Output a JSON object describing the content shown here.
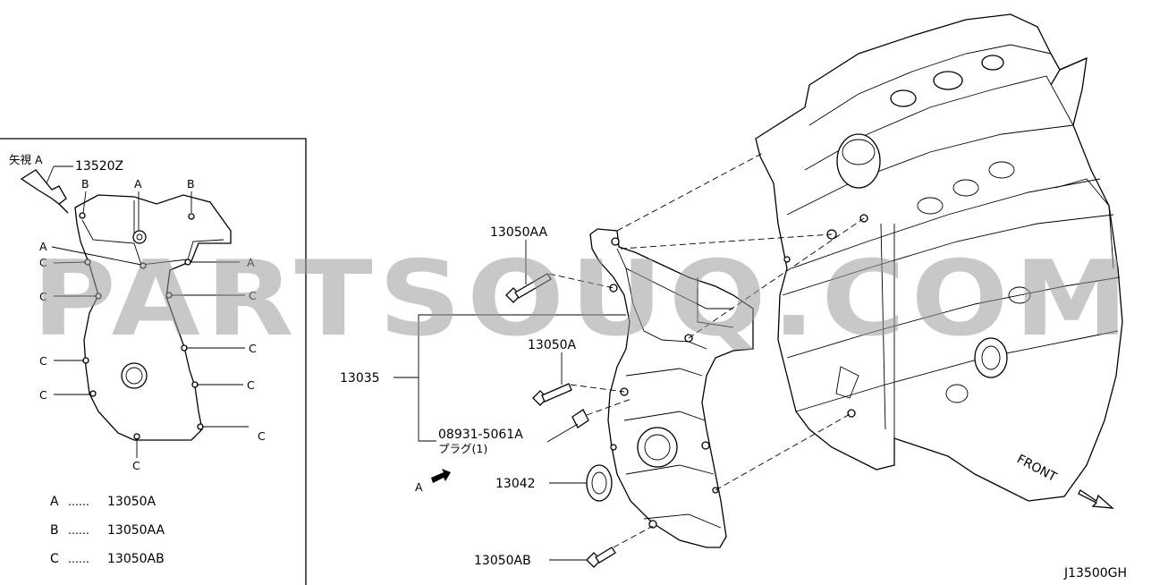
{
  "inset": {
    "view_label": "矢視 A",
    "sensor_part": "13520Z",
    "callouts": {
      "b_left": "B",
      "a_top": "A",
      "b_right": "B",
      "a_left": "A",
      "c_l1": "C",
      "a_right": "A",
      "c_l2": "C",
      "c_r1": "C",
      "c_r2": "C",
      "c_l3": "C",
      "c_r3": "C",
      "c_l4": "C",
      "c_r4": "C",
      "c_bottom": "C"
    },
    "legend": [
      {
        "key": "A",
        "dots": "......",
        "part": "13050A"
      },
      {
        "key": "B",
        "dots": "......",
        "part": "13050AA"
      },
      {
        "key": "C",
        "dots": "......",
        "part": "13050AB"
      }
    ]
  },
  "parts": {
    "bolt_aa": "13050AA",
    "bolt_a": "13050A",
    "cover": "13035",
    "plug_number": "08931-5061A",
    "plug_name": "プラグ(1)",
    "seal": "13042",
    "bolt_ab": "13050AB"
  },
  "view_arrow_label": "A",
  "front_label": "FRONT",
  "diagram_code": "J13500GH",
  "watermark": "PARTSOUQ.COM"
}
